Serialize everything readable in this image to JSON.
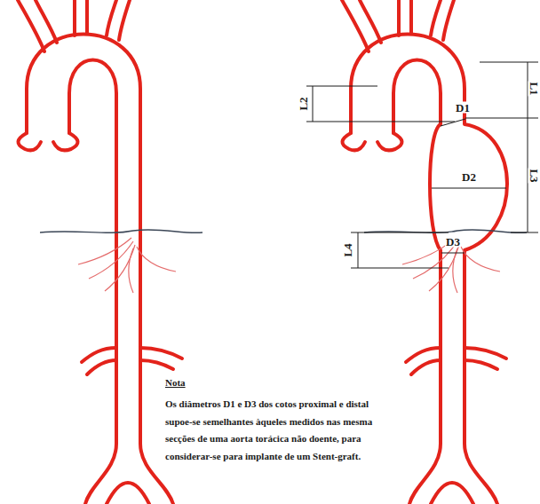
{
  "diagram": {
    "labels": [
      "L1",
      "L2",
      "D1",
      "D2",
      "L3",
      "D3",
      "L4",
      "Nota",
      "Os diâmetros D1 e D3 dos cotos proximal e distal supoe-se semelhantes àqueles medidos nas mesma secções de uma aorta torácica não doente, para considerar-se para implante de um Stent-graft."
    ]
  }
}
